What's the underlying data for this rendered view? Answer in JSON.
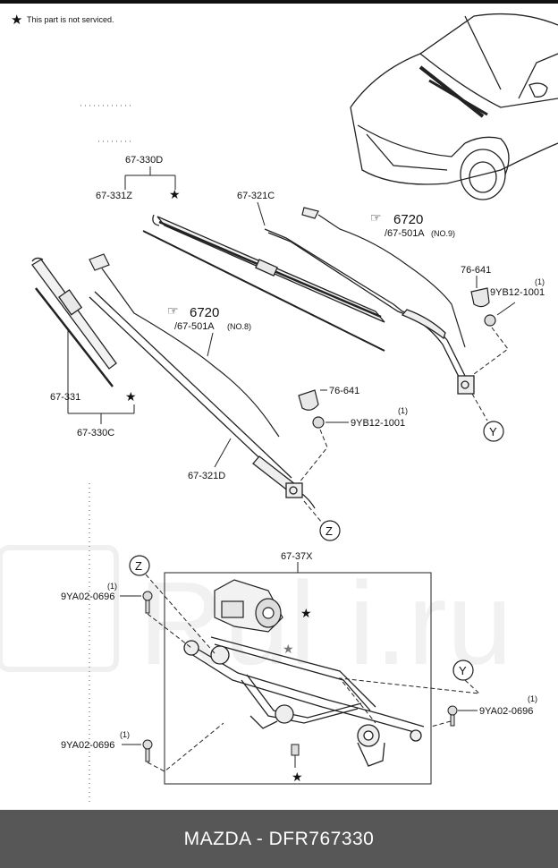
{
  "note": "This part is not serviced.",
  "labels": {
    "p67_330D": "67-330D",
    "p67_331Z": "67-331Z",
    "p67_321C": "67-321C",
    "ref6720_a": "6720",
    "ref67_501A_a": "/67-501A",
    "no9": "(NO.9)",
    "p76_641_a": "76-641",
    "qty1_a": "(1)",
    "p9YB12_a": "9YB12-1001",
    "p67_331": "67-331",
    "p67_330C": "67-330C",
    "ref6720_b": "6720",
    "ref67_501A_b": "/67-501A",
    "no8": "(NO.8)",
    "p76_641_b": "76-641",
    "qty1_b": "(1)",
    "p9YB12_b": "9YB12-1001",
    "p67_321D": "67-321D",
    "z_top": "Z",
    "y_top": "Y",
    "p67_37X": "67-37X",
    "z_bottom": "Z",
    "y_bottom": "Y",
    "qty1_c": "(1)",
    "p9YA02_a": "9YA02-0696",
    "qty1_d": "(1)",
    "p9YA02_b": "9YA02-0696",
    "qty1_e": "(1)",
    "p9YA02_c": "9YA02-0696"
  },
  "watermark": "Rul i.ru",
  "footer": "MAZDA - DFR767330"
}
